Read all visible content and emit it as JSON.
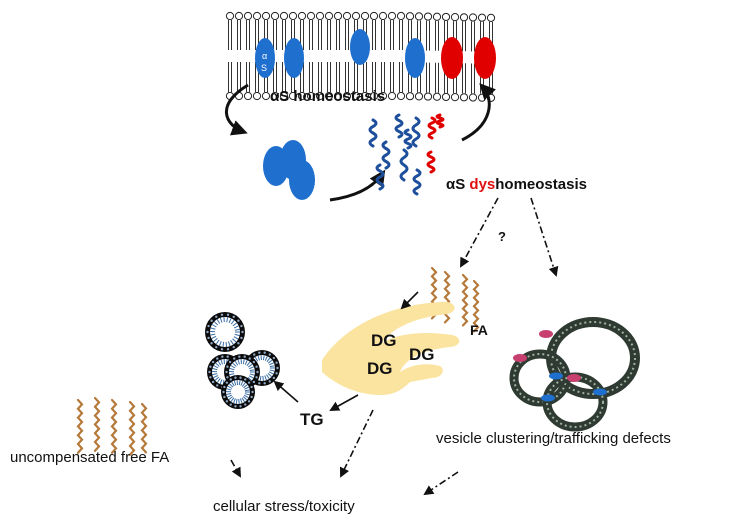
{
  "labels": {
    "homeostasis": "αS homeostasis",
    "dys_prefix": "αS ",
    "dys_highlight": "dys",
    "dys_suffix": "homeostasis",
    "question": "?",
    "fa": "FA",
    "dg": "DG",
    "tg": "TG",
    "vesicle": "vesicle clustering/trafficking defects",
    "free_fa": "uncompensated free FA",
    "stress": "cellular stress/toxicity",
    "protein_alpha": "α",
    "protein_s": "S"
  },
  "colors": {
    "membrane_protein_blue": "#1f6fcf",
    "misfolded_red": "#e00000",
    "fibril_blue": "#1d4f9c",
    "fatty_acid": "#b5793a",
    "lipid_droplet": "#0b0b0b",
    "er_yellow": "#fbe4a0",
    "vesicle_green": "#2e3a32",
    "vesicle_pink": "#c84070",
    "arrow": "#111111"
  }
}
